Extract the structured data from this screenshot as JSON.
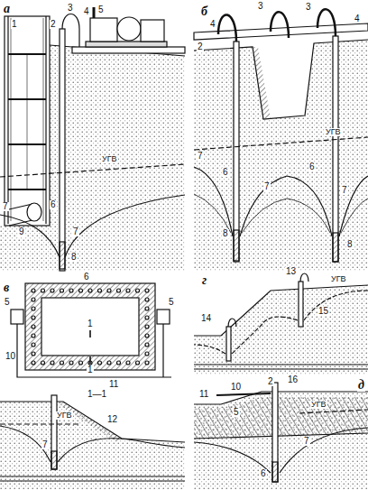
{
  "diagram": {
    "labels": [
      "а",
      "1",
      "2",
      "3",
      "4",
      "5",
      "УГВ",
      "6",
      "7",
      "9",
      "7",
      "8",
      "б",
      "4",
      "3",
      "3",
      "4",
      "2",
      "УГВ",
      "7",
      "6",
      "7",
      "6",
      "7",
      "8",
      "8",
      "в",
      "6",
      "5",
      "5",
      "10",
      "1",
      "1",
      "11",
      "1—1",
      "УГВ",
      "12",
      "7",
      "г",
      "13",
      "УГВ",
      "14",
      "15",
      "д",
      "11",
      "10",
      "5",
      "2",
      "16",
      "УГВ",
      "7",
      "6"
    ]
  }
}
